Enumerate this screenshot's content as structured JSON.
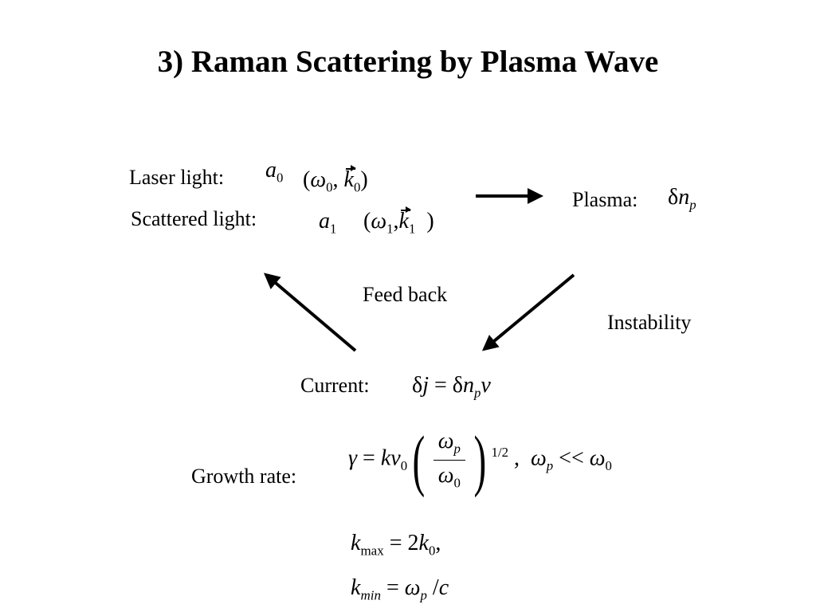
{
  "slide": {
    "title": "3) Raman Scattering by Plasma Wave",
    "laser_label": "Laser light:",
    "scattered_label": "Scattered light:",
    "plasma_label": "Plasma:",
    "feedback_label": "Feed back",
    "instability_label": "Instability",
    "current_label": "Current:",
    "growth_label": "Growth rate:"
  },
  "arrows": [
    "laser-to-plasma",
    "plasma-to-current (Instability)",
    "current-to-light (Feed back)"
  ],
  "colors": {
    "text": "#000000",
    "background": "#ffffff"
  }
}
